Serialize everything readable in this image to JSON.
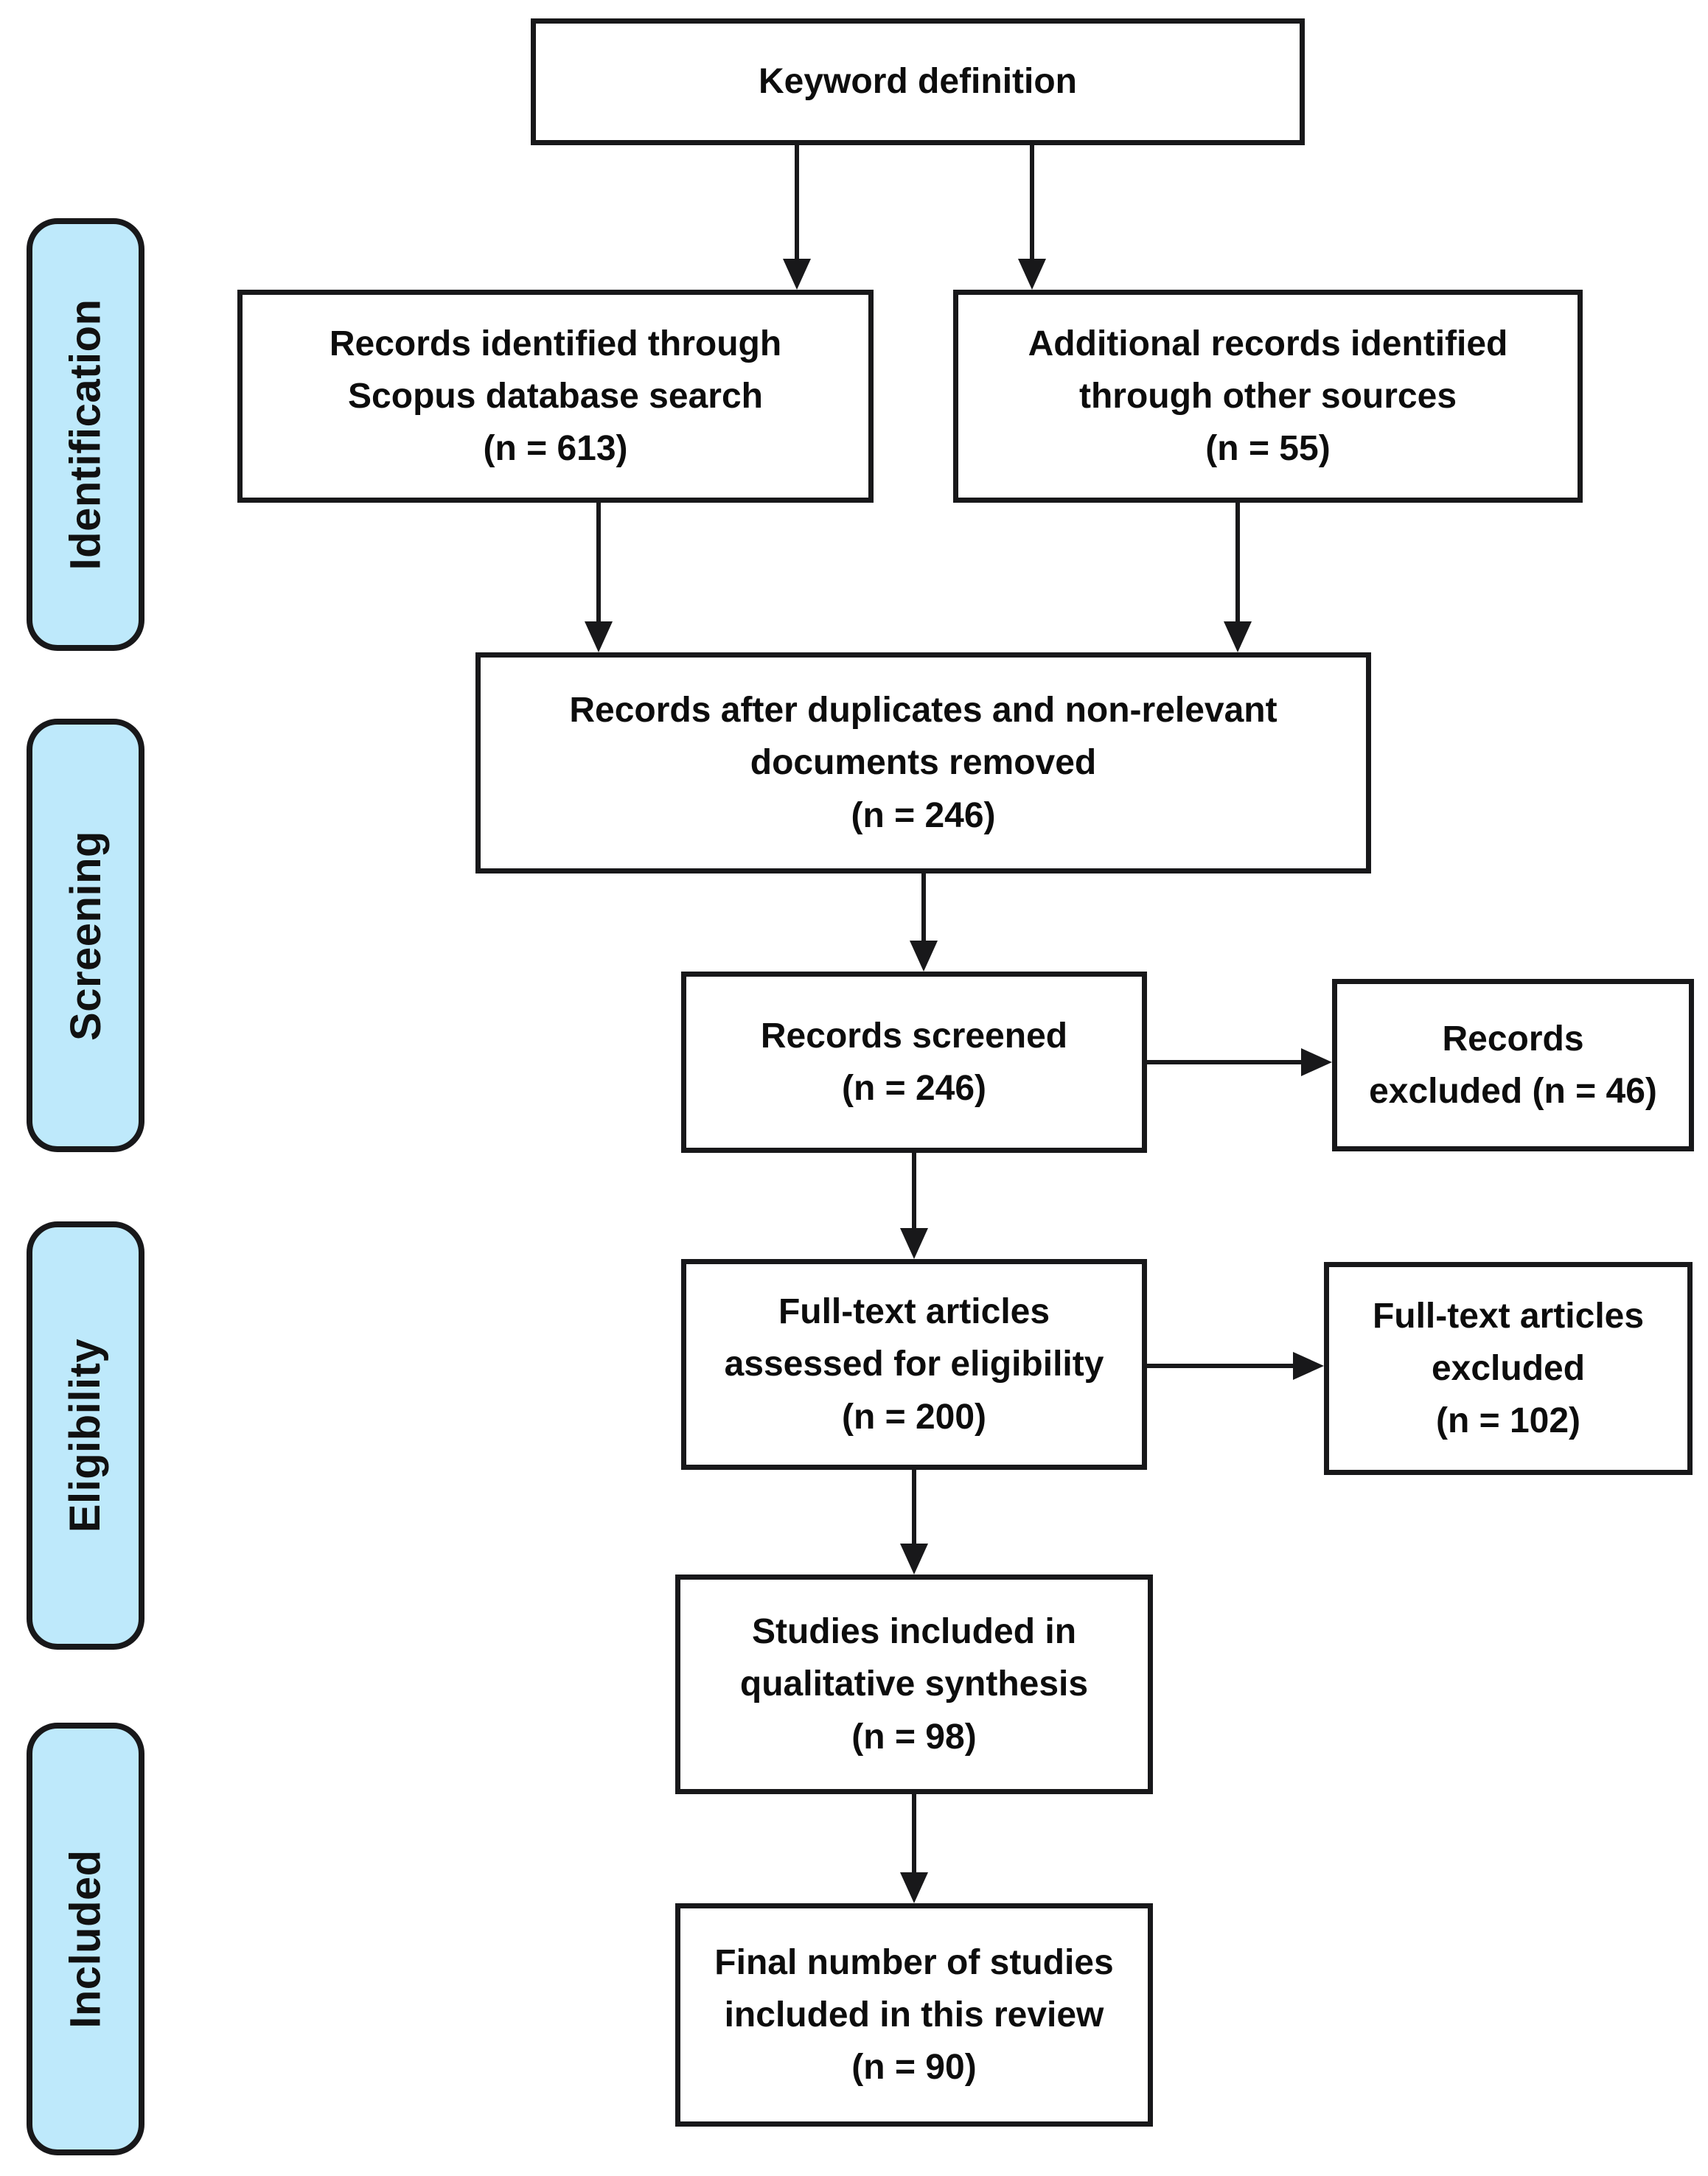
{
  "stages": [
    {
      "label": "Identification"
    },
    {
      "label": "Screening"
    },
    {
      "label": "Eligibility"
    },
    {
      "label": "Included"
    }
  ],
  "boxes": {
    "keyword": {
      "text": "Keyword definition"
    },
    "scopus": {
      "text": "Records identified through\nScopus database search\n(n = 613)",
      "n": 613
    },
    "additional": {
      "text": "Additional records identified\nthrough other sources\n(n = 55)",
      "n": 55
    },
    "dedup": {
      "text": "Records after duplicates and non-relevant\ndocuments removed\n(n = 246)",
      "n": 246
    },
    "screened": {
      "text": "Records screened\n(n = 246)",
      "n": 246
    },
    "screened_excluded": {
      "text": "Records\nexcluded (n = 46)",
      "n": 46
    },
    "fulltext": {
      "text": "Full-text articles\nassessed for eligibility\n(n = 200)",
      "n": 200
    },
    "fulltext_excluded": {
      "text": "Full-text articles\nexcluded\n(n = 102)",
      "n": 102
    },
    "qualitative": {
      "text": "Studies included in\nqualitative synthesis\n(n = 98)",
      "n": 98
    },
    "final": {
      "text": "Final number of studies\nincluded in this review\n(n = 90)",
      "n": 90
    }
  },
  "colors": {
    "stage_fill": "#bee9fb",
    "line": "#18181a",
    "text": "#0d0d0d",
    "background": "#ffffff"
  }
}
